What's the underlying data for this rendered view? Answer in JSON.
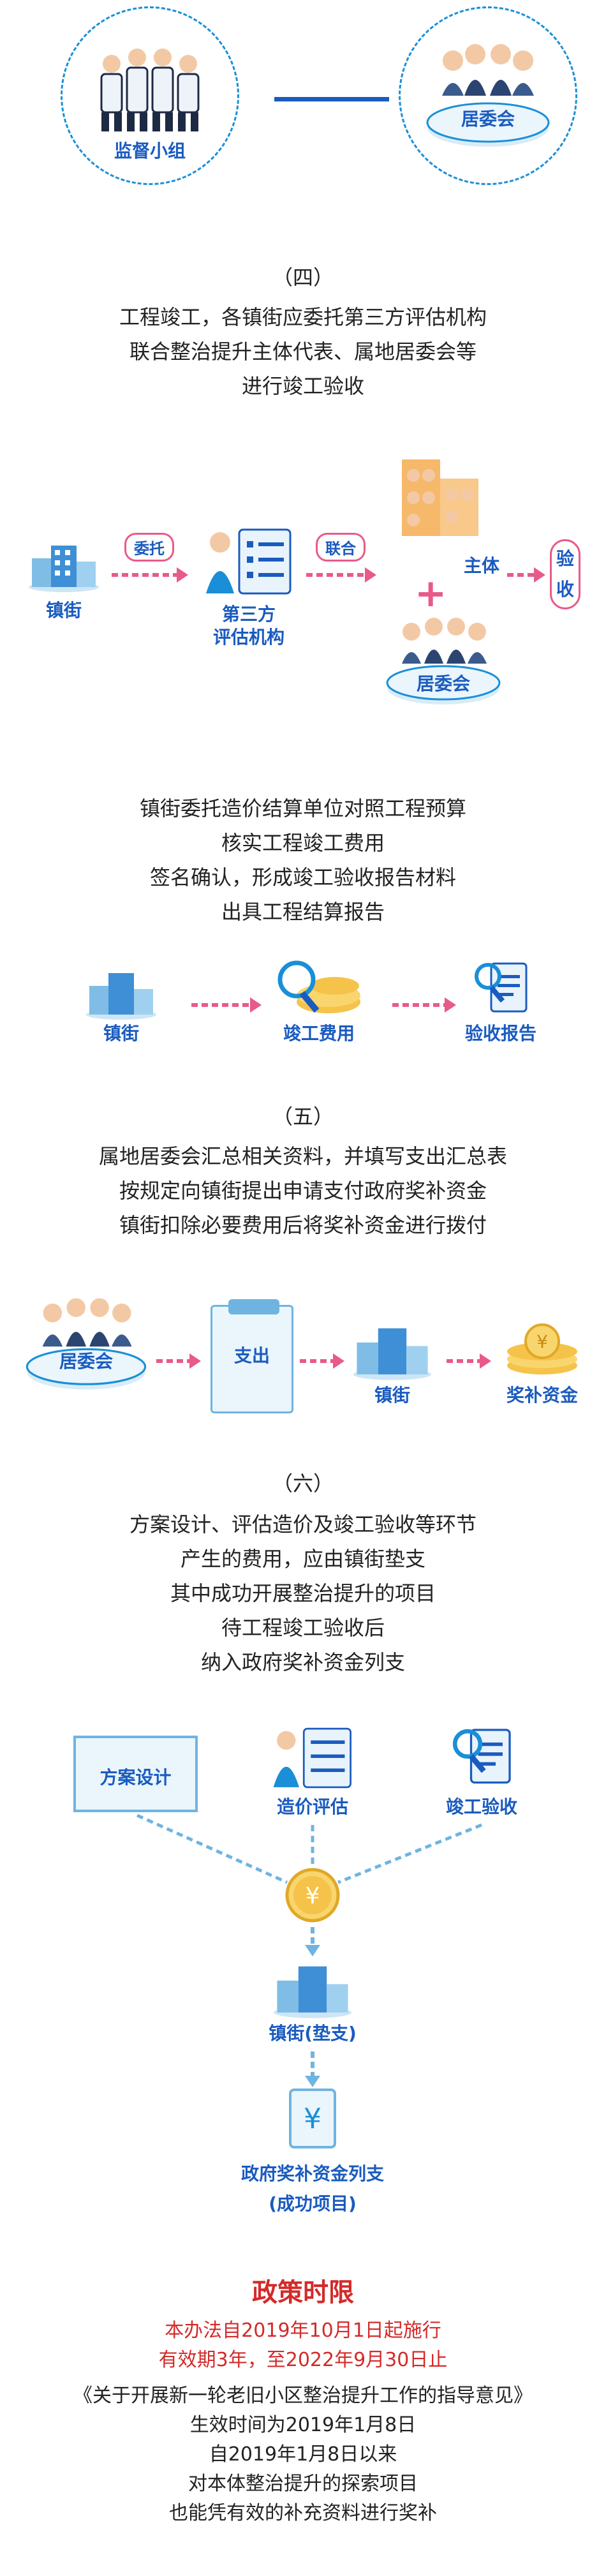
{
  "top": {
    "supervision_label": "监督小组",
    "committee_label": "居委会"
  },
  "section4": {
    "title": "（四）",
    "lines": [
      "工程竣工，各镇街应委托第三方评估机构",
      "联合整治提升主体代表、属地居委会等",
      "进行竣工验收"
    ],
    "diagram": {
      "town_label": "镇街",
      "entrust_tag": "委托",
      "third_party_label": [
        "第三方",
        "评估机构"
      ],
      "joint_tag": "联合",
      "subject_label": "主体",
      "committee_label": "居委会",
      "accept_label": [
        "验",
        "收"
      ]
    },
    "lines2": [
      "镇街委托造价结算单位对照工程预算",
      "核实工程竣工费用",
      "签名确认，形成竣工验收报告材料",
      "出具工程结算报告"
    ],
    "diagram2": {
      "town_label": "镇街",
      "cost_label": "竣工费用",
      "report_label": "验收报告"
    }
  },
  "section5": {
    "title": "（五）",
    "lines": [
      "属地居委会汇总相关资料，并填写支出汇总表",
      "按规定向镇街提出申请支付政府奖补资金",
      "镇街扣除必要费用后将奖补资金进行拨付"
    ],
    "diagram": {
      "committee_label": "居委会",
      "expense_label": "支出",
      "town_label": "镇街",
      "fund_label": "奖补资金"
    }
  },
  "section6": {
    "title": "（六）",
    "lines": [
      "方案设计、评估造价及竣工验收等环节",
      "产生的费用，应由镇街垫支",
      "其中成功开展整治提升的项目",
      "待工程竣工验收后",
      "纳入政府奖补资金列支"
    ],
    "diagram": {
      "plan_label": "方案设计",
      "cost_eval_label": "造价评估",
      "accept_label": "竣工验收",
      "town_label": "镇街(垫支)",
      "gov_label": "政府奖补资金列支",
      "gov_sub_label": "(成功项目)"
    }
  },
  "policy": {
    "title": "政策时限",
    "red_lines": [
      "本办法自2019年10月1日起施行",
      "有效期3年，至2022年9月30日止"
    ],
    "black_lines": [
      "《关于开展新一轮老旧小区整治提升工作的指导意见》",
      "生效时间为2019年1月8日",
      "自2019年1月8日以来",
      "对本体整治提升的探索项目",
      "也能凭有效的补充资料进行奖补"
    ]
  },
  "colors": {
    "accent_blue": "#1a5bbf",
    "arrow_pink": "#e85a8a",
    "policy_red": "#d42a2a",
    "circle_blue": "#1a8fd8"
  }
}
